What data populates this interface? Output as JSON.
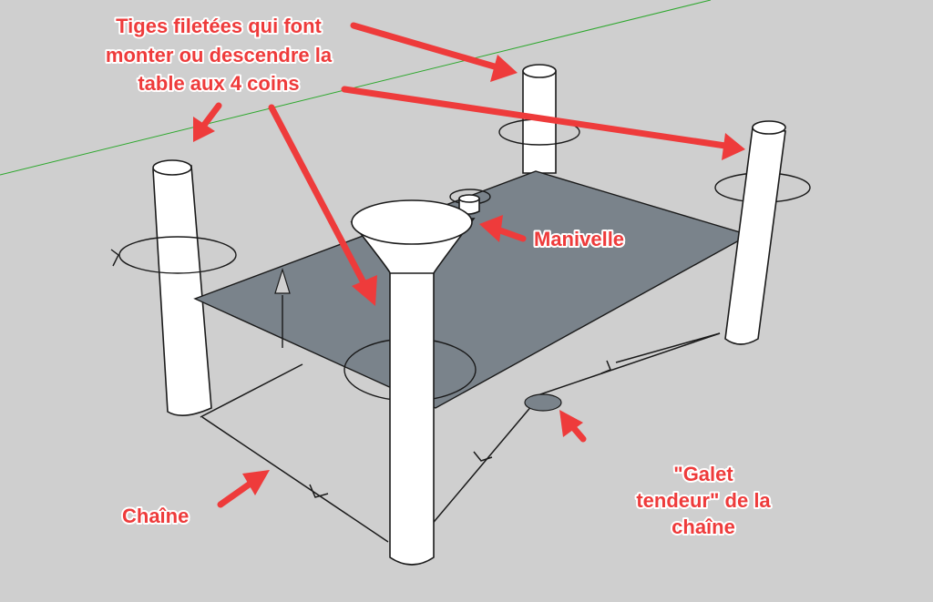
{
  "labels": {
    "threaded_rods": [
      "Tiges filetées qui font",
      "monter ou descendre la",
      "table aux 4 coins"
    ],
    "crank": "Manivelle",
    "chain": "Chaîne",
    "tensioner": [
      "\"Galet",
      "tendeur\" de la",
      "chaîne"
    ]
  },
  "colors": {
    "background": "#cfcfcf",
    "table": "#7a838b",
    "arrow": "#ee3b3b",
    "axis_line": "#2ea82e"
  }
}
